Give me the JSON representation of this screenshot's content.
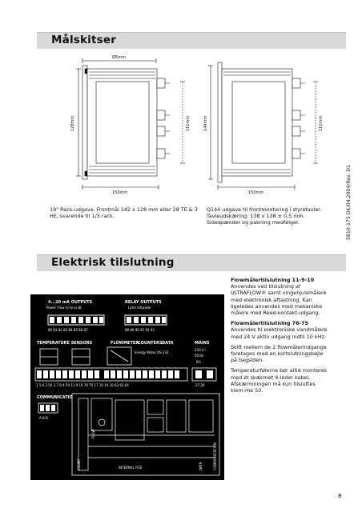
{
  "sections": {
    "dimensions_title": "Målskitser",
    "electrical_title": "Elektrisk tilslutning"
  },
  "dimension_drawing": {
    "width_top_label": "Ø5mm",
    "left_height_label": "128mm",
    "right_height_label_1": "111mm",
    "front_height_label": "144mm",
    "right_height_label_2": "111mm",
    "depth_label_1": "150mm",
    "depth_label_2": "150mm"
  },
  "captions": {
    "rack": "19\" Rack-udgave. Frontmål 142 x 128 mm eller 28 TE & 3 HE, svarende til 1/3 rack.",
    "q144": "Q144 udgave til frontmontering i styretavler. Tavleudskæring: 138 x 138 ± 0,5 mm. Sidespænder og pakning medfølger."
  },
  "side_code": "5810-175 DK/04.2004/Rev. D1",
  "wiring": {
    "analog_outputs_title": "4...20 mA OUTPUTS",
    "analog_outputs_sub": "Power Flow  tv  tv or Δt",
    "relay_outputs_title": "RELAY OUTPUTS",
    "relay_outputs_sub": "Limit  Infocode",
    "analog_terminals": "80 81 82 83 84 85 86 87",
    "relay_terminals": "88 89 90 91 92 93",
    "temp_sensors": "TEMPERATURE  SENSORS",
    "flowmeter": "FLOWMETER",
    "counters": "COUNTERS",
    "data": "DATA",
    "mains": "MAINS",
    "mains_voltage": "230 V~",
    "mains_freq": "50 Hz",
    "mains_nl": "N   L",
    "bottom_terminals": "1  5  6  2  50  3  7  8  4  50   11  9  10 76 75 17 16 19 18 62 63 64",
    "mains_terminals": "27  28",
    "communication": "COMMUNICATION",
    "comm_abb": "A  B  B",
    "energy_water": "Energy Water  RS 232",
    "internal_pcb": "INTERNAL PCB",
    "flow_label": "FLOW",
    "count_label": "COUNT",
    "data_label": "DATA",
    "comm_label": "COMMUNICATION"
  },
  "right_text": {
    "flow_11_title": "Flowmålertilslutning 11-9-10",
    "flow_11_body": "Anvendes ved tilslutning af ULTRAFLOW® samt vingehjulsmålere med elektronisk aftastning. Kan ligeledes anvendes med mekaniske målere med Reed-kontakt-udgang.",
    "flow_76_title": "Flowmålertilslutning 76-75",
    "flow_76_body": "Anvendes til elektroniske vandmålere med 24 V aktiv udgang indtil 10 kHz.",
    "shift_body": "Skift mellem de 2 flowmålerindgange foretages med en kortslutningsbøjle på bagsiden.",
    "temp_body": "Temperaturfølerne bør altid monteres med et skærmet 4-leder kabel. Afskærmningen må kun tilsluttes klem-me 50."
  },
  "page_number": "8"
}
